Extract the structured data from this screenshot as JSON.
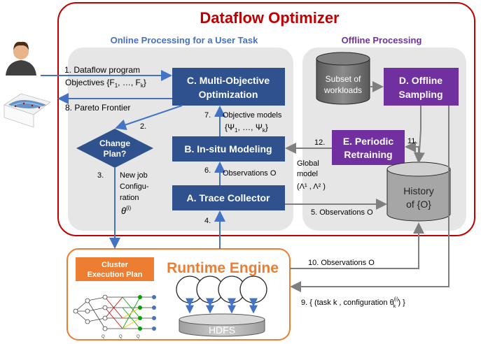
{
  "title": "Dataflow Optimizer",
  "online_section": {
    "title": "Online Processing for a User Task"
  },
  "offline_section": {
    "title": "Offline Processing"
  },
  "boxes": {
    "c_line1": "C. Multi-Objective",
    "c_line2": "Optimization",
    "b": "B. In-situ Modeling",
    "a": "A. Trace Collector",
    "d_line1": "D. Offline",
    "d_line2": "Sampling",
    "e_line1": "E. Periodic",
    "e_line2": "Retraining",
    "decision_line1": "Change",
    "decision_line2": "Plan?",
    "subset_line1": "Subset of",
    "subset_line2": "workloads",
    "history_line1": "History",
    "history_line2": "of {O}",
    "runtime": "Runtime Engine",
    "cluster_line1": "Cluster",
    "cluster_line2": "Execution Plan",
    "hdfs": "HDFS"
  },
  "labels": {
    "step1": "1. Dataflow program",
    "objectives": "Objectives {F",
    "obj_tail": ", …, F",
    "obj_end": "}",
    "sub1": "1",
    "subk": "k",
    "step8": "8. Pareto Frontier",
    "step2": "2.",
    "step3": "3.",
    "newjob1": "New job",
    "newjob2": "Configu-",
    "newjob3": "ration",
    "theta_i": "θ",
    "theta_sup": "(i)",
    "step7": "7.",
    "objmodels": "Objective models",
    "psi_set": "{Ψ",
    "psi_mid": ", …, Ψ",
    "psi_end": "}",
    "step6": "6.",
    "observations_o": "Observations O",
    "step4": "4.",
    "step5": "5. Observations O",
    "step12": "12.",
    "step11": "11.",
    "global1": "Global",
    "global2": "model",
    "global3": "(Λ¹ , Λ² )",
    "step10": "10. Observations O",
    "step9a": "9. { (task k , configuration θ",
    "step9b": " ) }",
    "theta_k_sup": "(i)",
    "theta_k_sub": "k",
    "ops_a": "Q",
    "ops_b": "Q",
    "ops_c": "Q"
  },
  "icons": [
    "user-icon",
    "pareto-plot-icon",
    "database-icon",
    "cluster-plan-icon",
    "node-icon"
  ],
  "colors": {
    "outer_border": "#c00000",
    "title": "#c00000",
    "online_title": "#4472c4",
    "offline_title": "#7030a0",
    "blue_box": "#2f528f",
    "purple_box": "#7030a0",
    "arrow_blue": "#4472c4",
    "arrow_gray": "#7f7f7f",
    "panel_gray": "#e7e6e6",
    "runtime_orange": "#ed7d31"
  }
}
